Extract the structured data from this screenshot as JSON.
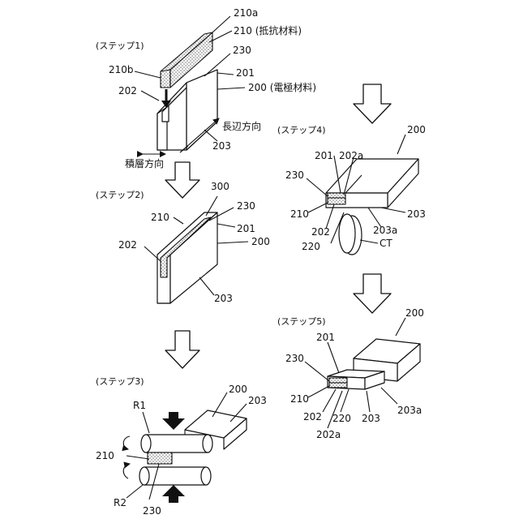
{
  "steps": {
    "s1": "(ステップ1)",
    "s2": "(ステップ2)",
    "s3": "(ステップ3)",
    "s4": "(ステップ4)",
    "s5": "(ステップ5)"
  },
  "step1": {
    "l210a": "210a",
    "l210": "210 (抵抗材料)",
    "l230": "230",
    "l210b": "210b",
    "l201": "201",
    "l200": "200 (電極材料)",
    "l202": "202",
    "longdir": "長辺方向",
    "l203": "203",
    "stackdir": "積層方向"
  },
  "step2": {
    "l300": "300",
    "l230": "230",
    "l210": "210",
    "l201": "201",
    "l202": "202",
    "l200": "200",
    "l203": "203"
  },
  "step3": {
    "l200": "200",
    "l203": "203",
    "lR1": "R1",
    "l210": "210",
    "lR2": "R2",
    "l230": "230"
  },
  "step4": {
    "l200": "200",
    "l201": "201",
    "l202a": "202a",
    "l230": "230",
    "l210": "210",
    "l203": "203",
    "l203a": "203a",
    "l202": "202",
    "l220": "220",
    "lCT": "CT"
  },
  "step5": {
    "l200": "200",
    "l201": "201",
    "l230": "230",
    "l210": "210",
    "l203a": "203a",
    "l202": "202",
    "l220": "220",
    "l203": "203",
    "l202a": "202a"
  }
}
